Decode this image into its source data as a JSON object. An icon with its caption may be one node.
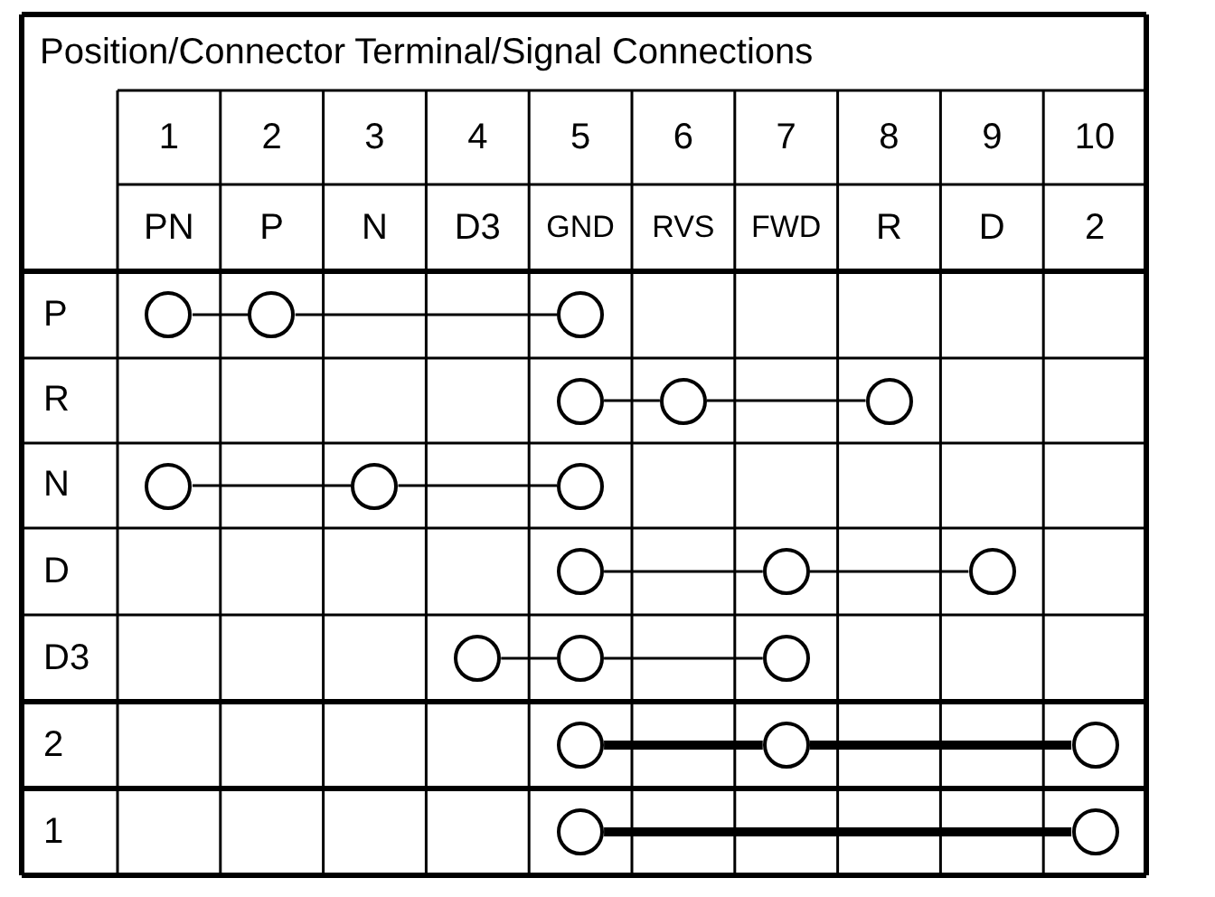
{
  "diagram": {
    "title": "Position/Connector Terminal/Signal Connections",
    "nodes": [
      {
        "text": [],
        "shape": "circle"
      },
      {
        "text": [],
        "shape": "circle"
      },
      {
        "text": [],
        "shape": "circle"
      },
      {
        "text": [],
        "shape": "circle"
      },
      {
        "text": [],
        "shape": "circle"
      },
      {
        "text": [],
        "shape": "circle"
      },
      {
        "text": [],
        "shape": "circle"
      },
      {
        "text": [],
        "shape": "circle"
      },
      {
        "text": [],
        "shape": "circle"
      },
      {
        "text": [],
        "shape": "circle"
      },
      {
        "text": [],
        "shape": "circle"
      },
      {
        "text": [],
        "shape": "circle"
      },
      {
        "text": [],
        "shape": "circle"
      },
      {
        "text": [],
        "shape": "circle"
      },
      {
        "text": [],
        "shape": "circle"
      },
      {
        "text": [],
        "shape": "circle"
      },
      {
        "text": [],
        "shape": "circle"
      },
      {
        "text": [],
        "shape": "circle"
      },
      {
        "text": [],
        "shape": "circle"
      },
      {
        "text": [],
        "shape": "circle"
      }
    ],
    "edges": [
      {
        "from": 0,
        "to": 1,
        "arrow": "none"
      },
      {
        "from": 1,
        "to": 2,
        "arrow": "none"
      },
      {
        "from": 3,
        "to": 4,
        "arrow": "none"
      },
      {
        "from": 4,
        "to": 5,
        "arrow": "none"
      },
      {
        "from": 6,
        "to": 7,
        "arrow": "none"
      },
      {
        "from": 7,
        "to": 8,
        "arrow": "none"
      },
      {
        "from": 9,
        "to": 10,
        "arrow": "none"
      },
      {
        "from": 10,
        "to": 11,
        "arrow": "none"
      },
      {
        "from": 12,
        "to": 13,
        "arrow": "none"
      },
      {
        "from": 13,
        "to": 14,
        "arrow": "none"
      },
      {
        "from": 15,
        "to": 16,
        "arrow": "none",
        "style": "thick"
      },
      {
        "from": 16,
        "to": 17,
        "arrow": "none",
        "style": "thick"
      },
      {
        "from": 18,
        "to": 19,
        "arrow": "none",
        "style": "thick"
      }
    ],
    "labels": [
      "1",
      "2",
      "3",
      "4",
      "5",
      "6",
      "7",
      "8",
      "9",
      "10",
      "PN",
      "P",
      "N",
      "D3",
      "GND",
      "RVS",
      "FWD",
      "R",
      "D",
      "2",
      "P",
      "R",
      "N",
      "D",
      "D3",
      "2",
      "1"
    ]
  }
}
